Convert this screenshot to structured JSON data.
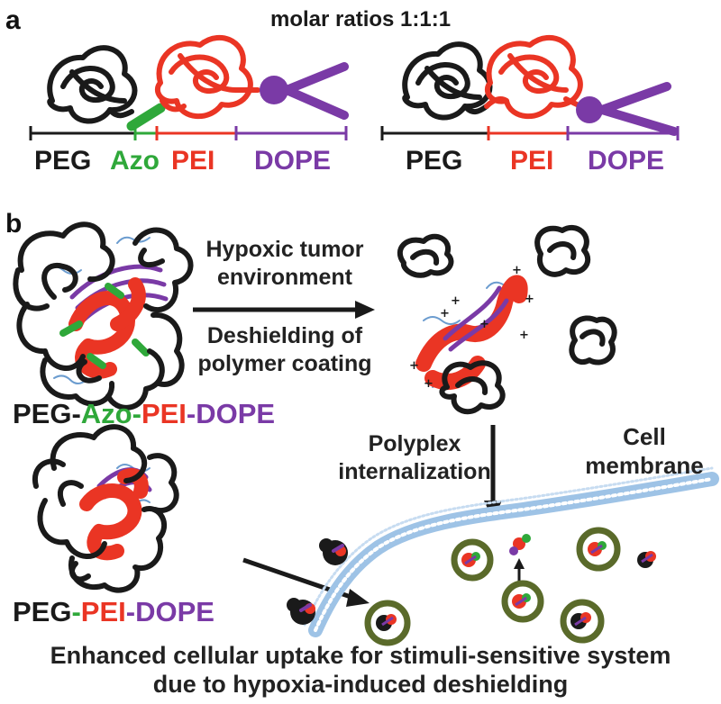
{
  "panel_a": {
    "label": "a",
    "title": "molar ratios 1:1:1",
    "left_segments": [
      {
        "text": "PEG",
        "color": "#1a1a1a"
      },
      {
        "text": "Azo",
        "color": "#2fa83a"
      },
      {
        "text": "PEI",
        "color": "#ea3524"
      },
      {
        "text": "DOPE",
        "color": "#7a3aa6"
      }
    ],
    "right_segments": [
      {
        "text": "PEG",
        "color": "#1a1a1a"
      },
      {
        "text": "PEI",
        "color": "#ea3524"
      },
      {
        "text": "DOPE",
        "color": "#7a3aa6"
      }
    ]
  },
  "panel_b": {
    "label": "b",
    "arrow_text_top": "Hypoxic tumor environment",
    "arrow_text_bottom": "Deshielding of polymer coating",
    "name1": {
      "peg": "PEG-",
      "azo": "Azo-",
      "pei": "PEI",
      "dope": "-DOPE"
    },
    "name2": {
      "peg": "PEG",
      "dash": "-",
      "pei": "PEI",
      "dope": "-DOPE"
    },
    "internalization": "Polyplex internalization",
    "membrane": "Cell membrane",
    "caption": "Enhanced cellular uptake for stimuli-sensitive system due to hypoxia-induced deshielding"
  },
  "colors": {
    "peg": "#1a1a1a",
    "azo": "#2fa83a",
    "pei": "#ea3524",
    "dope": "#7a3aa6",
    "membrane": "#9ec3e6",
    "vesicle": "#5a6a2a"
  }
}
